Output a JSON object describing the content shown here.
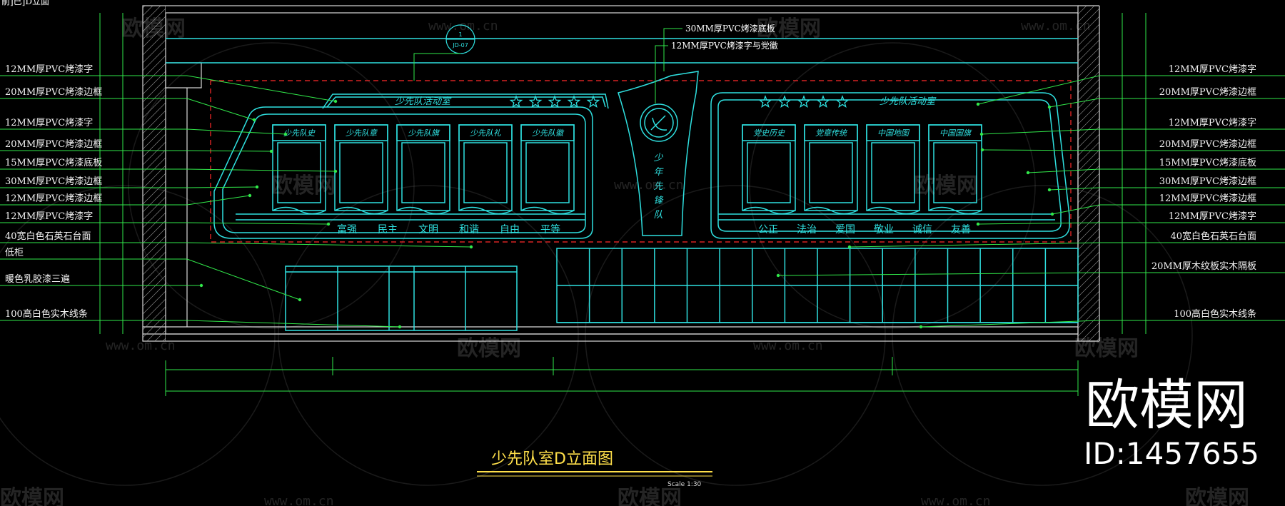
{
  "drawing": {
    "title": "少先队室D立面图",
    "scale": "Scale 1:30",
    "corner_text": "前]已]D立面",
    "callout_symbol": {
      "number": "1",
      "ref": "JD-07"
    },
    "top_notes": [
      "30MM厚PVC烤漆底板",
      "12MM厚PVC烤漆字与党徽"
    ],
    "left_notes": [
      "12MM厚PVC烤漆字",
      "20MM厚PVC烤漆边框",
      "12MM厚PVC烤漆字",
      "20MM厚PVC烤漆边框",
      "15MM厚PVC烤漆底板",
      "30MM厚PVC烤漆边框",
      "12MM厚PVC烤漆边框",
      "12MM厚PVC烤漆字",
      "40宽白色石英石台面",
      "低柜",
      "暖色乳胶漆三遍",
      "100高白色实木线条"
    ],
    "right_notes": [
      "12MM厚PVC烤漆字",
      "20MM厚PVC烤漆边框",
      "12MM厚PVC烤漆字",
      "20MM厚PVC烤漆边框",
      "15MM厚PVC烤漆底板",
      "30MM厚PVC烤漆边框",
      "12MM厚PVC烤漆边框",
      "12MM厚PVC烤漆字",
      "40宽白色石英石台面",
      "20MM厚木纹板实木隔板",
      "100高白色实木线条"
    ],
    "left_banner": "少先队活动室",
    "right_banner": "少先队活动室",
    "left_panels": [
      "少先队史",
      "少先队章",
      "少先队旗",
      "少先队礼",
      "少先队徽"
    ],
    "right_panels": [
      "党史历史",
      "党章传统",
      "中国地图",
      "中国国旗"
    ],
    "left_slogans": [
      "富强",
      "民主",
      "文明",
      "和谐",
      "自由",
      "平等"
    ],
    "right_slogans": [
      "公正",
      "法治",
      "爱国",
      "敬业",
      "诚信",
      "友善"
    ],
    "center_vertical_text": "少年先锋队"
  },
  "watermark": {
    "brand": "欧模网",
    "url": "www.om.cn",
    "id_label": "ID:1457655"
  },
  "colors": {
    "background": "#000000",
    "cyan": "#2fe0e0",
    "green": "#31e84a",
    "red": "#ff2a2a",
    "caption": "#ffe04a",
    "annotation": "#f4f4f4"
  }
}
